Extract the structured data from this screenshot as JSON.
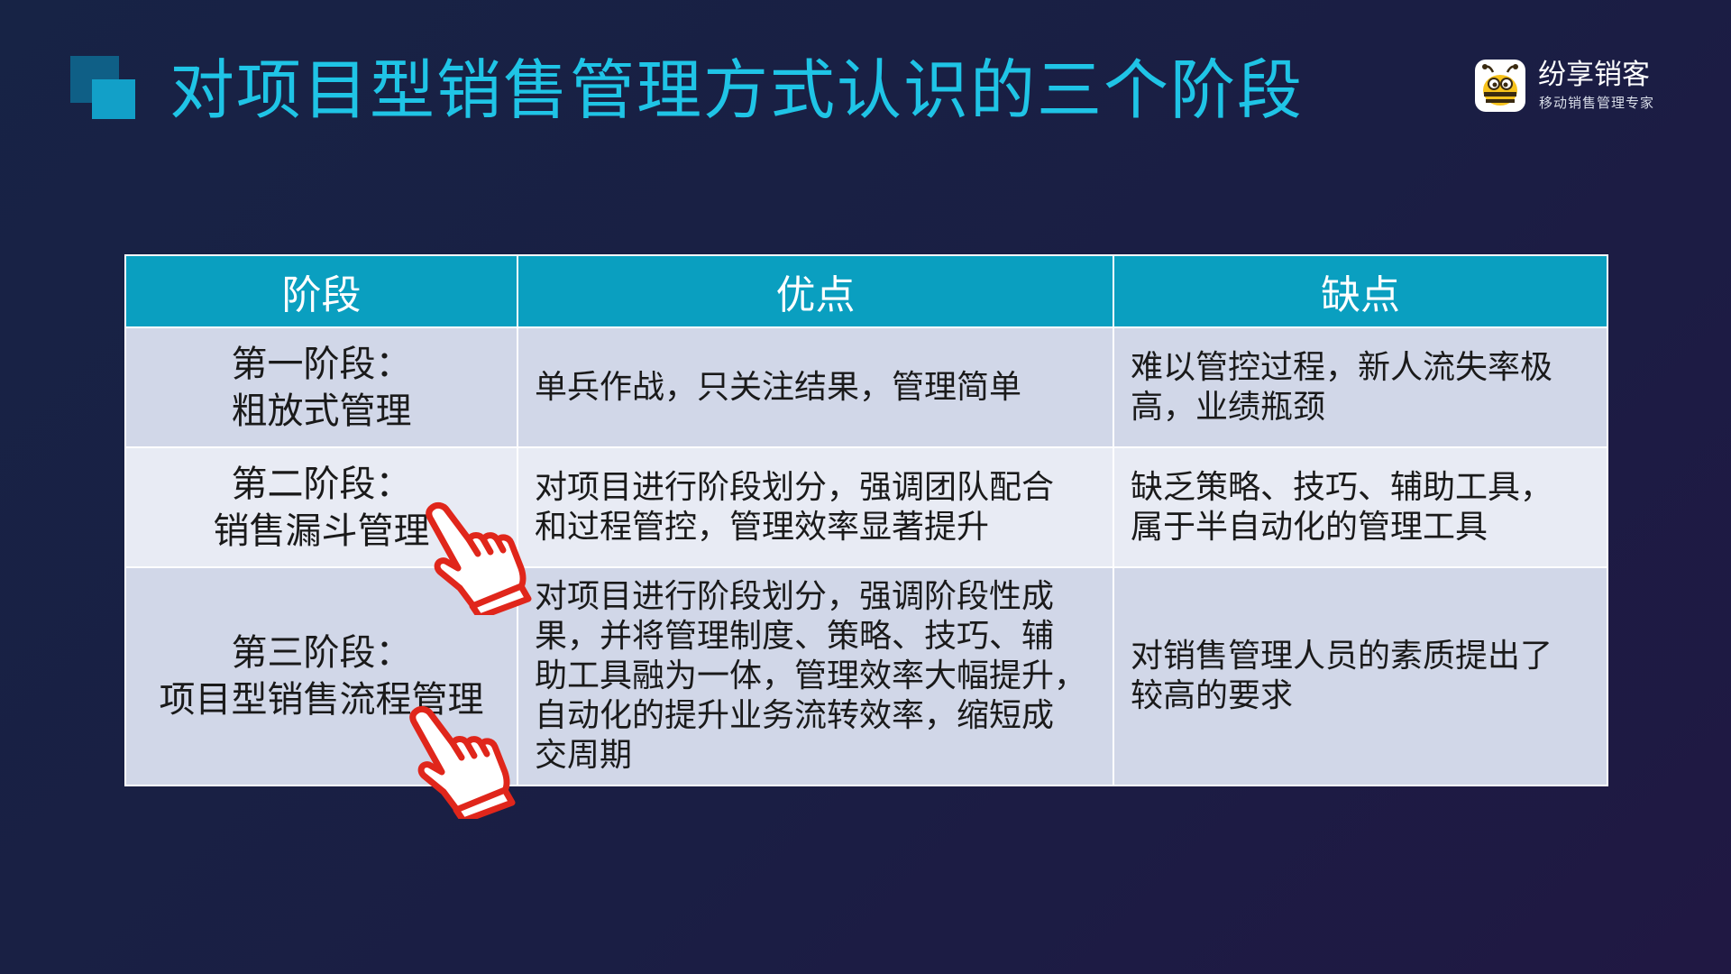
{
  "slide": {
    "title": "对项目型销售管理方式认识的三个阶段"
  },
  "logo": {
    "name": "纷享销客",
    "slogan": "移动销售管理专家"
  },
  "table": {
    "headers": [
      "阶段",
      "优点",
      "缺点"
    ],
    "rows": [
      {
        "stage": [
          "第一阶段：",
          "粗放式管理"
        ],
        "pros": "单兵作战，只关注结果，管理简单",
        "cons": [
          "难以管控过程，新人流失率极",
          "高，业绩瓶颈"
        ]
      },
      {
        "stage": [
          "第二阶段：",
          "销售漏斗管理"
        ],
        "pros": [
          "对项目进行阶段划分，强调团队配合",
          "和过程管控，管理效率显著提升"
        ],
        "cons": [
          "缺乏策略、技巧、辅助工具，",
          "属于半自动化的管理工具"
        ]
      },
      {
        "stage": [
          "第三阶段：",
          "项目型销售流程管理"
        ],
        "pros": [
          "对项目进行阶段划分，强调阶段性成",
          "果，并将管理制度、策略、技巧、辅",
          "助工具融为一体，管理效率大幅提升，",
          "自动化的提升业务流转效率，缩短成",
          "交周期"
        ],
        "cons": [
          "对销售管理人员的素质提出了",
          "较高的要求"
        ]
      }
    ]
  },
  "icons": {
    "pointer": "hand-pointer-icon",
    "logo": "bee-mascot-icon"
  },
  "colors": {
    "title": "#1fc4e6",
    "header_bg": "#0a9fc0",
    "row_odd": "#d1d7e8",
    "row_even": "#e8ebf4",
    "pointer": "#e0261b",
    "logo_yellow": "#f7c21b"
  }
}
